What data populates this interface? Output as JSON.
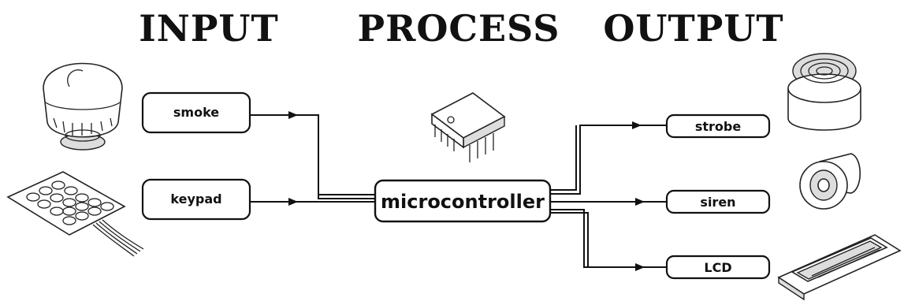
{
  "headings": {
    "input": "INPUT",
    "process": "PROCESS",
    "output": "OUTPUT"
  },
  "inputs": [
    {
      "label": "smoke",
      "icon": "smoke-detector-icon"
    },
    {
      "label": "keypad",
      "icon": "keypad-icon"
    }
  ],
  "process": {
    "label": "microcontroller",
    "icon": "ic-chip-icon"
  },
  "outputs": [
    {
      "label": "strobe",
      "icon": "strobe-light-icon"
    },
    {
      "label": "siren",
      "icon": "siren-horn-icon"
    },
    {
      "label": "LCD",
      "icon": "lcd-display-icon"
    }
  ]
}
